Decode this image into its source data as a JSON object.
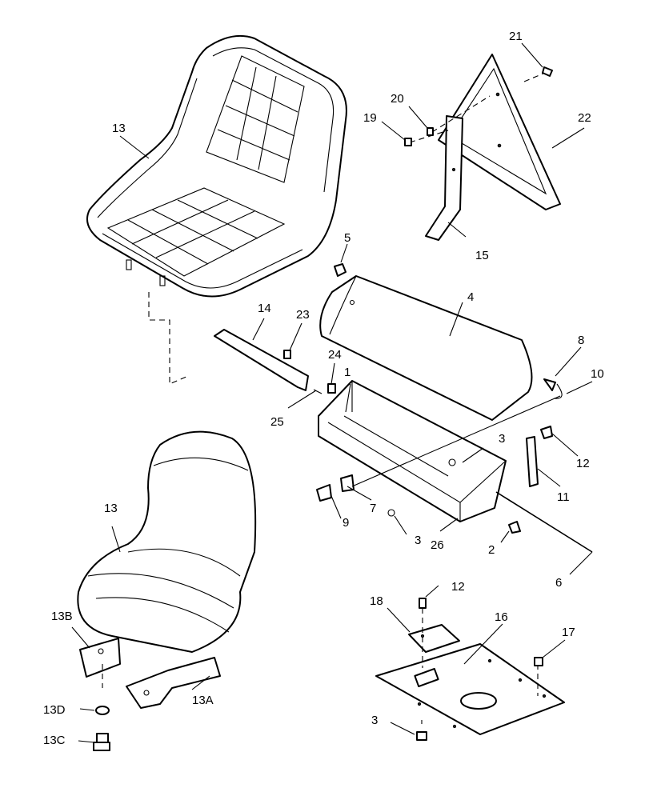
{
  "callouts": {
    "c1": "1",
    "c2": "2",
    "c3a": "3",
    "c3b": "3",
    "c3c": "3",
    "c4": "4",
    "c5": "5",
    "c6": "6",
    "c7": "7",
    "c8": "8",
    "c9": "9",
    "c10": "10",
    "c11": "11",
    "c12a": "12",
    "c12b": "12",
    "c13a": "13",
    "c13b": "13",
    "c13A": "13A",
    "c13B": "13B",
    "c13C": "13C",
    "c13D": "13D",
    "c14": "14",
    "c15": "15",
    "c16": "16",
    "c17": "17",
    "c18": "18",
    "c19": "19",
    "c20": "20",
    "c21": "21",
    "c22": "22",
    "c23": "23",
    "c24": "24",
    "c25": "25",
    "c26": "26"
  }
}
